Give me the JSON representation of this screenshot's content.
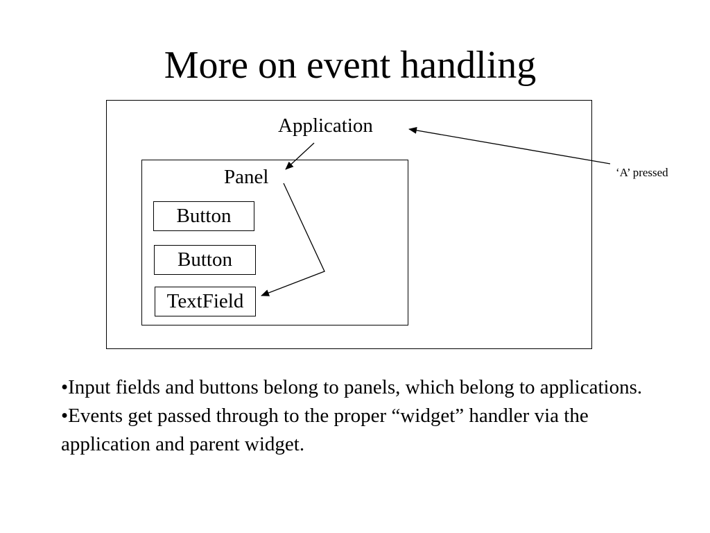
{
  "slide": {
    "title": "More on event handling"
  },
  "diagram": {
    "application_label": "Application",
    "panel_label": "Panel",
    "widgets": [
      "Button",
      "Button",
      "TextField"
    ],
    "event_label": "‘A’ pressed"
  },
  "bullets": [
    "•Input fields and buttons belong to panels, which belong to applications.",
    "•Events get passed through to the proper “widget” handler via the application and parent widget."
  ]
}
